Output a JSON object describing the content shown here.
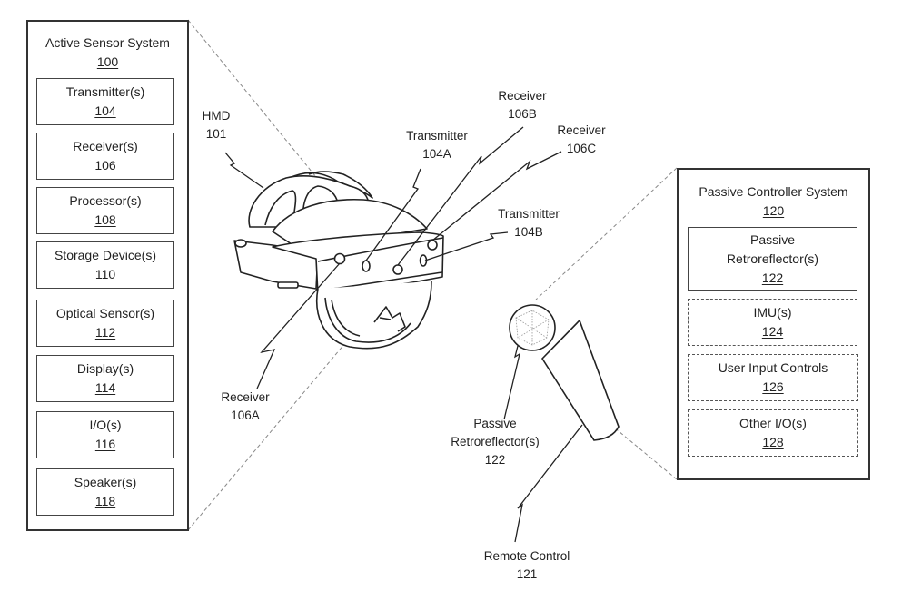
{
  "active_sensor_system": {
    "title": "Active Sensor System",
    "number": "100",
    "components": [
      {
        "label": "Transmitter(s)",
        "number": "104",
        "style": "solid"
      },
      {
        "label": "Receiver(s)",
        "number": "106",
        "style": "solid"
      },
      {
        "label": "Processor(s)",
        "number": "108",
        "style": "solid"
      },
      {
        "label": "Storage Device(s)",
        "number": "110",
        "style": "solid"
      },
      {
        "label": "Optical Sensor(s)",
        "number": "112",
        "style": "solid"
      },
      {
        "label": "Display(s)",
        "number": "114",
        "style": "solid"
      },
      {
        "label": "I/O(s)",
        "number": "116",
        "style": "solid"
      },
      {
        "label": "Speaker(s)",
        "number": "118",
        "style": "solid"
      }
    ]
  },
  "passive_controller_system": {
    "title": "Passive Controller System",
    "number": "120",
    "components": [
      {
        "label_line1": "Passive",
        "label_line2": "Retroreflector(s)",
        "number": "122",
        "style": "solid"
      },
      {
        "label": "IMU(s)",
        "number": "124",
        "style": "dashed"
      },
      {
        "label": "User Input Controls",
        "number": "126",
        "style": "dashed"
      },
      {
        "label": "Other I/O(s)",
        "number": "128",
        "style": "dashed"
      }
    ]
  },
  "callouts": {
    "hmd": {
      "line1": "HMD",
      "line2": "101"
    },
    "transmitter_a": {
      "line1": "Transmitter",
      "line2": "104A"
    },
    "transmitter_b": {
      "line1": "Transmitter",
      "line2": "104B"
    },
    "receiver_a": {
      "line1": "Receiver",
      "line2": "106A"
    },
    "receiver_b": {
      "line1": "Receiver",
      "line2": "106B"
    },
    "receiver_c": {
      "line1": "Receiver",
      "line2": "106C"
    },
    "retroreflector": {
      "line1": "Passive",
      "line2": "Retroreflector(s)",
      "line3": "122"
    },
    "remote_control": {
      "line1": "Remote Control",
      "line2": "121"
    }
  }
}
